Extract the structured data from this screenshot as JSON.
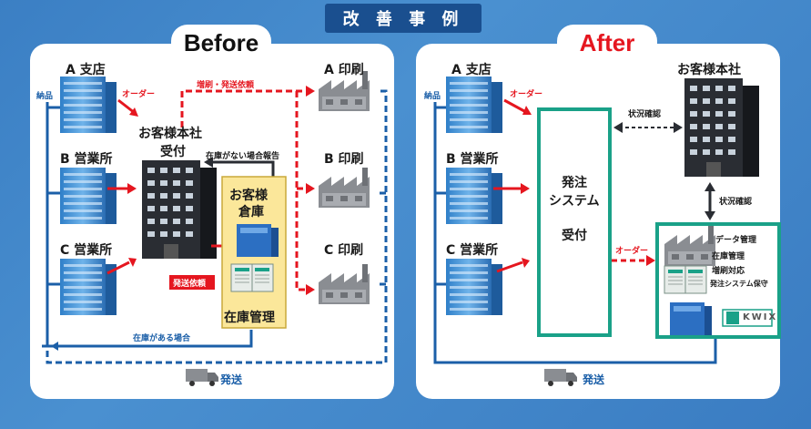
{
  "banner_title": "改 善 事 例",
  "before": {
    "title": "Before",
    "branch_a": "A 支店",
    "branch_b": "B 営業所",
    "branch_c": "C 営業所",
    "order_label": "オーダー",
    "delivery_label": "納品",
    "hq_title_1": "お客様本社",
    "hq_title_2": "受付",
    "print_request": "増刷・発送依頼",
    "no_stock_report": "在庫がない場合報告",
    "warehouse_1": "お客様",
    "warehouse_2": "倉庫",
    "shipping_request": "発送依頼",
    "inventory_mgmt": "在庫管理",
    "print_a": "A 印刷",
    "print_b": "B 印刷",
    "print_c": "C 印刷",
    "in_stock_case": "在庫がある場合",
    "shipping": "発送"
  },
  "after": {
    "title": "After",
    "branch_a": "A 支店",
    "branch_b": "B 営業所",
    "branch_c": "C 営業所",
    "order_label": "オーダー",
    "delivery_label": "納品",
    "system_1": "発注",
    "system_2": "システム",
    "system_3": "受付",
    "status_check_1": "状況確認",
    "status_check_2": "状況確認",
    "hq": "お客様本社",
    "order_label_2": "オーダー",
    "services": [
      "データ管理",
      "在庫管理",
      "増刷対応",
      "発注システム保守"
    ],
    "kwix_logo": "KWIX",
    "shipping": "発送"
  },
  "colors": {
    "background": "#3b7fc4",
    "banner": "#1a4f8f",
    "red_arrow": "#e5161f",
    "blue_line": "#1b5fa8",
    "system_green": "#1aa188",
    "warehouse_yellow": "#fbe79a"
  }
}
